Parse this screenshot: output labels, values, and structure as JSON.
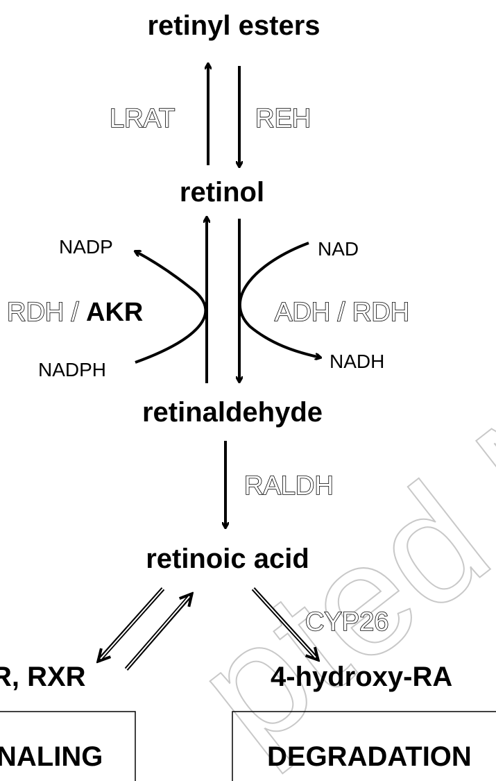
{
  "nodes": {
    "retinyl_esters": "retinyl esters",
    "retinol": "retinol",
    "retinaldehyde": "retinaldehyde",
    "retinoic_acid": "retinoic acid",
    "receptors": "R, RXR",
    "hydroxy_ra": "4-hydroxy-RA"
  },
  "enzymes": {
    "lrat": "LRAT",
    "reh": "REH",
    "rdh_akr_prefix": "RDH / ",
    "rdh_akr_bold": "AKR",
    "adh_rdh": "ADH / RDH",
    "raldh": "RALDH",
    "cyp26": "CYP26"
  },
  "cofactors": {
    "nadp": "NADP",
    "nadph": "NADPH",
    "nad": "NAD",
    "nadh": "NADH"
  },
  "boxes": {
    "signaling": "NALING",
    "degradation": "DEGRADATION"
  },
  "watermark": "pted Manus"
}
